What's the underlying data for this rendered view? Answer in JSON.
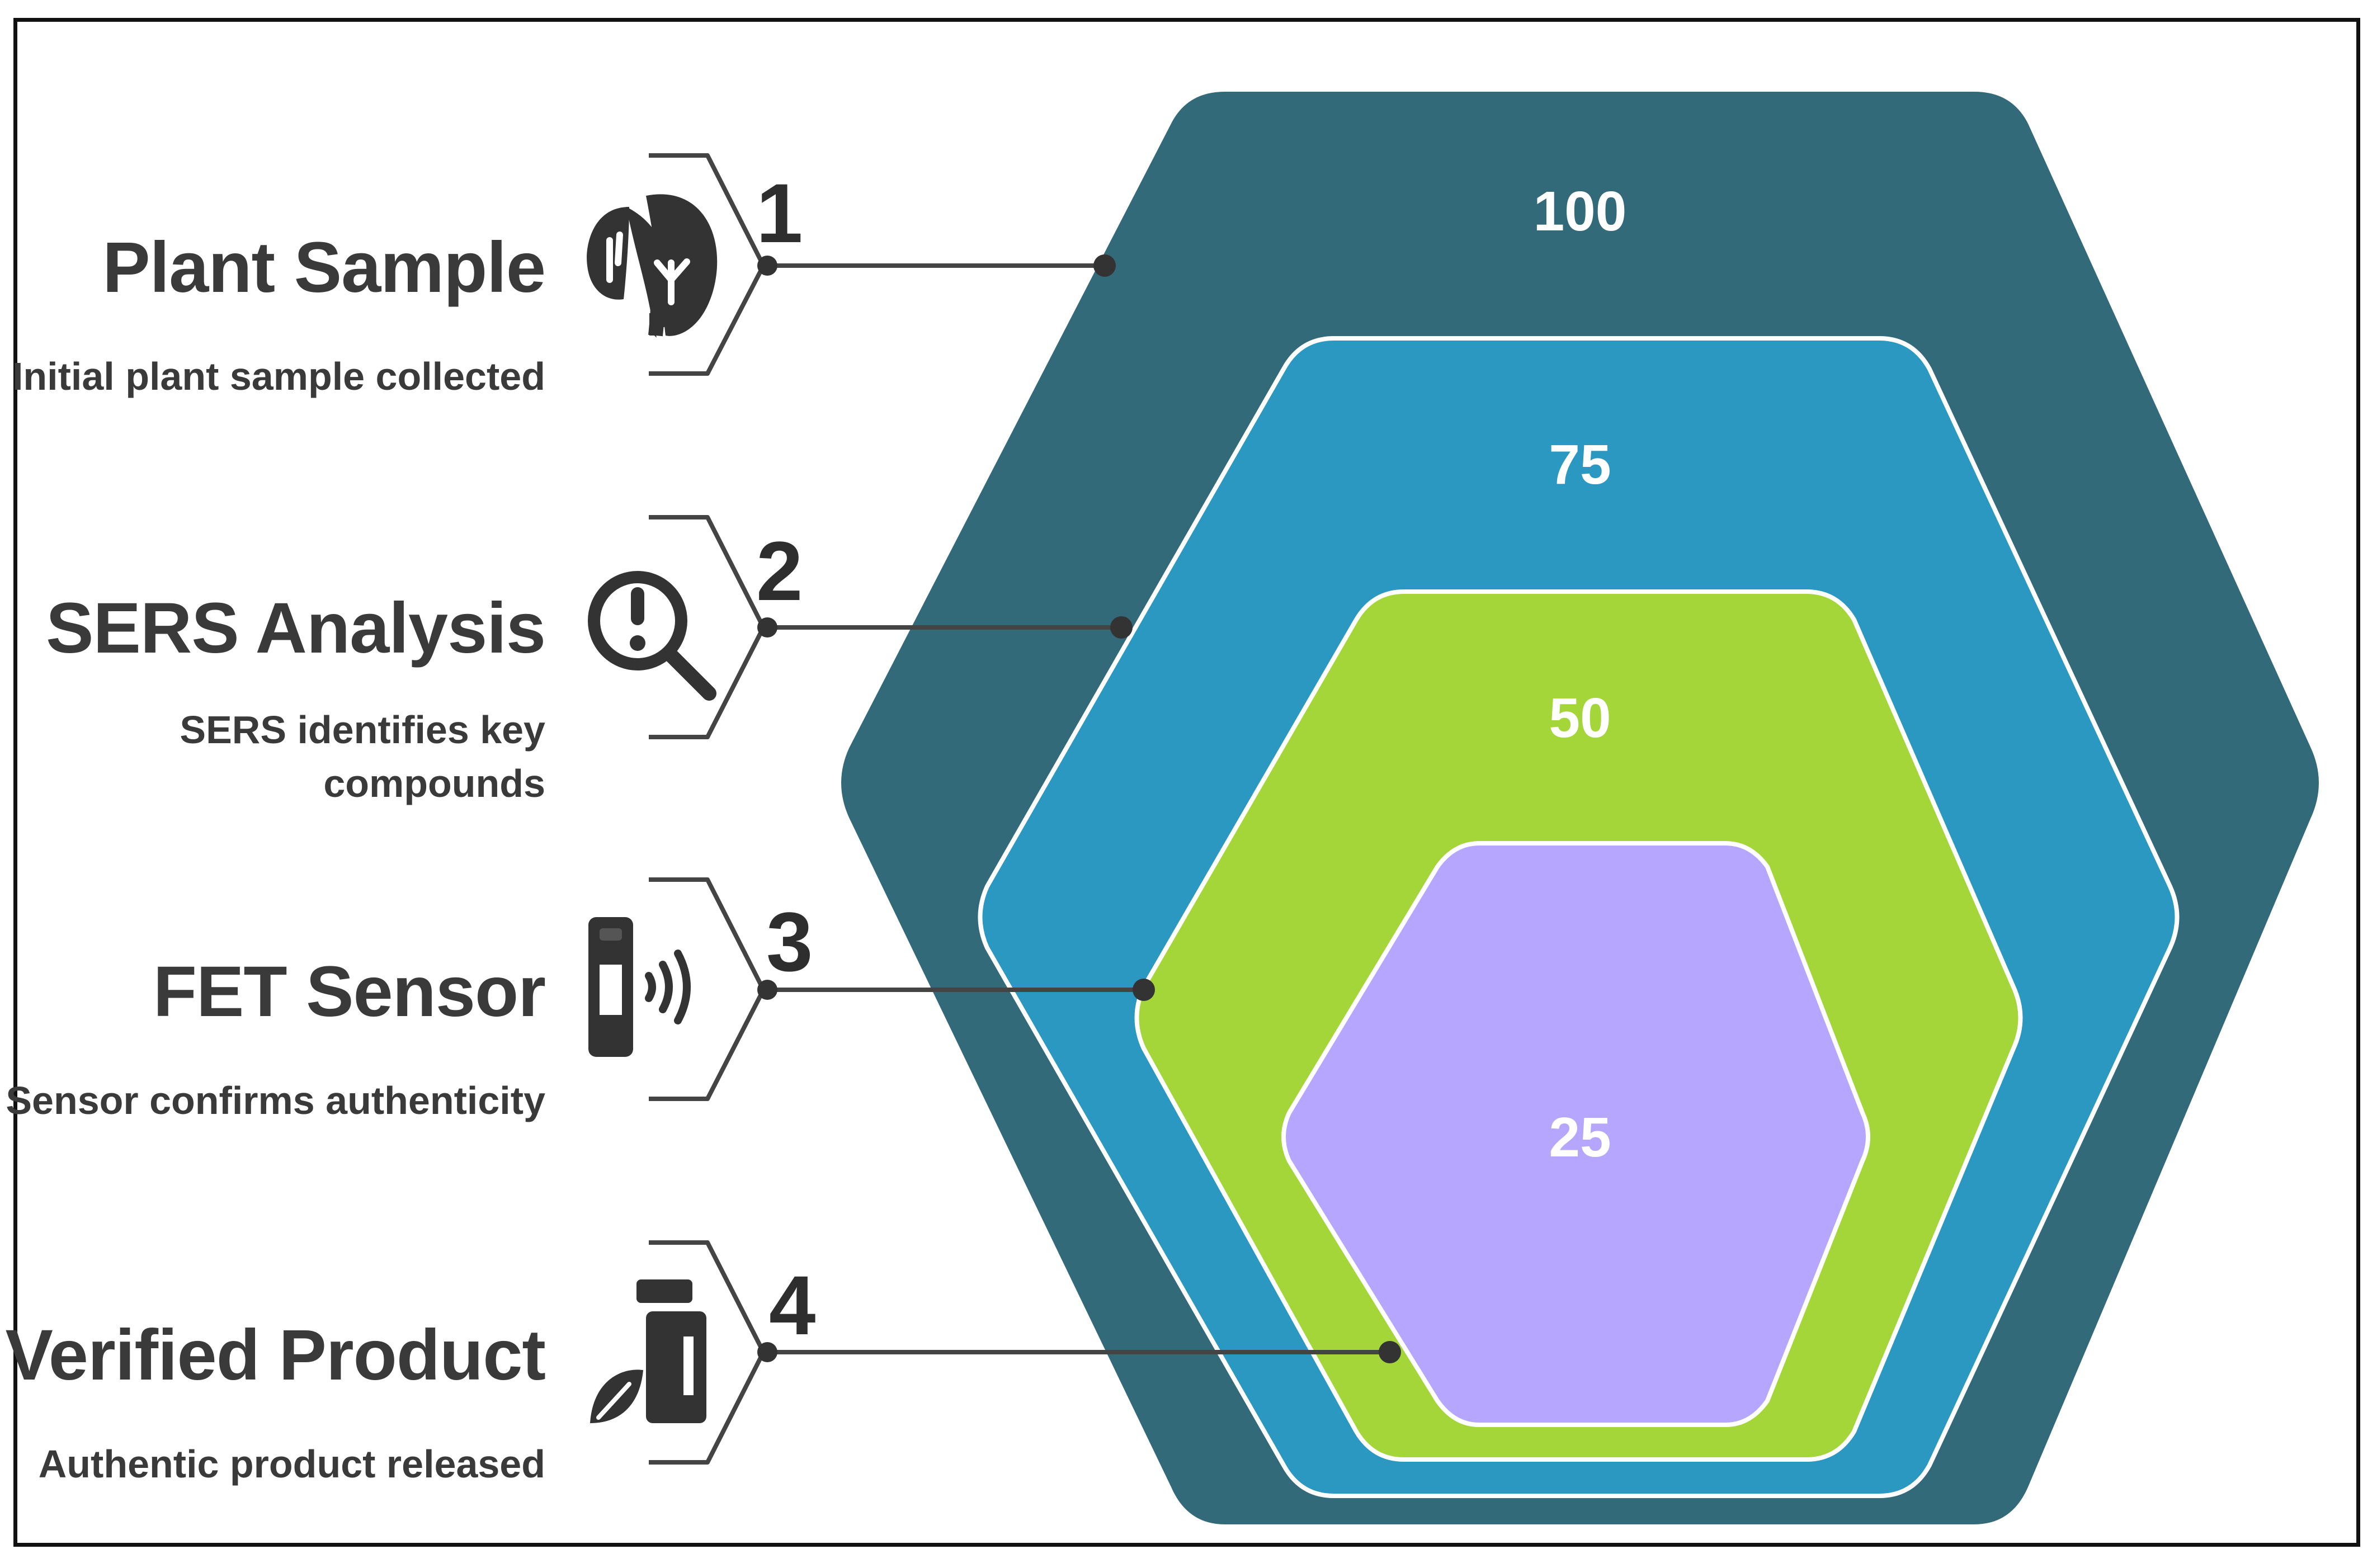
{
  "steps": [
    {
      "number": "1",
      "title": "Plant Sample",
      "description": "Initial plant sample collected",
      "icon": "plant-leaves-icon"
    },
    {
      "number": "2",
      "title": "SERS Analysis",
      "description": "SERS identifies key compounds",
      "icon": "magnifier-icon"
    },
    {
      "number": "3",
      "title": "FET Sensor",
      "description": "Sensor confirms authenticity",
      "icon": "sensor-device-icon"
    },
    {
      "number": "4",
      "title": "Verified Product",
      "description": "Authentic product released",
      "icon": "product-jar-icon"
    }
  ],
  "levels": [
    {
      "label": "100",
      "color": "#336a7a"
    },
    {
      "label": "75",
      "color": "#2a98c0"
    },
    {
      "label": "50",
      "color": "#a4d63a"
    },
    {
      "label": "25",
      "color": "#b6a6fd"
    }
  ],
  "colors": {
    "text": "#3a3a3a",
    "connector": "#444444",
    "frame": "#111111"
  }
}
